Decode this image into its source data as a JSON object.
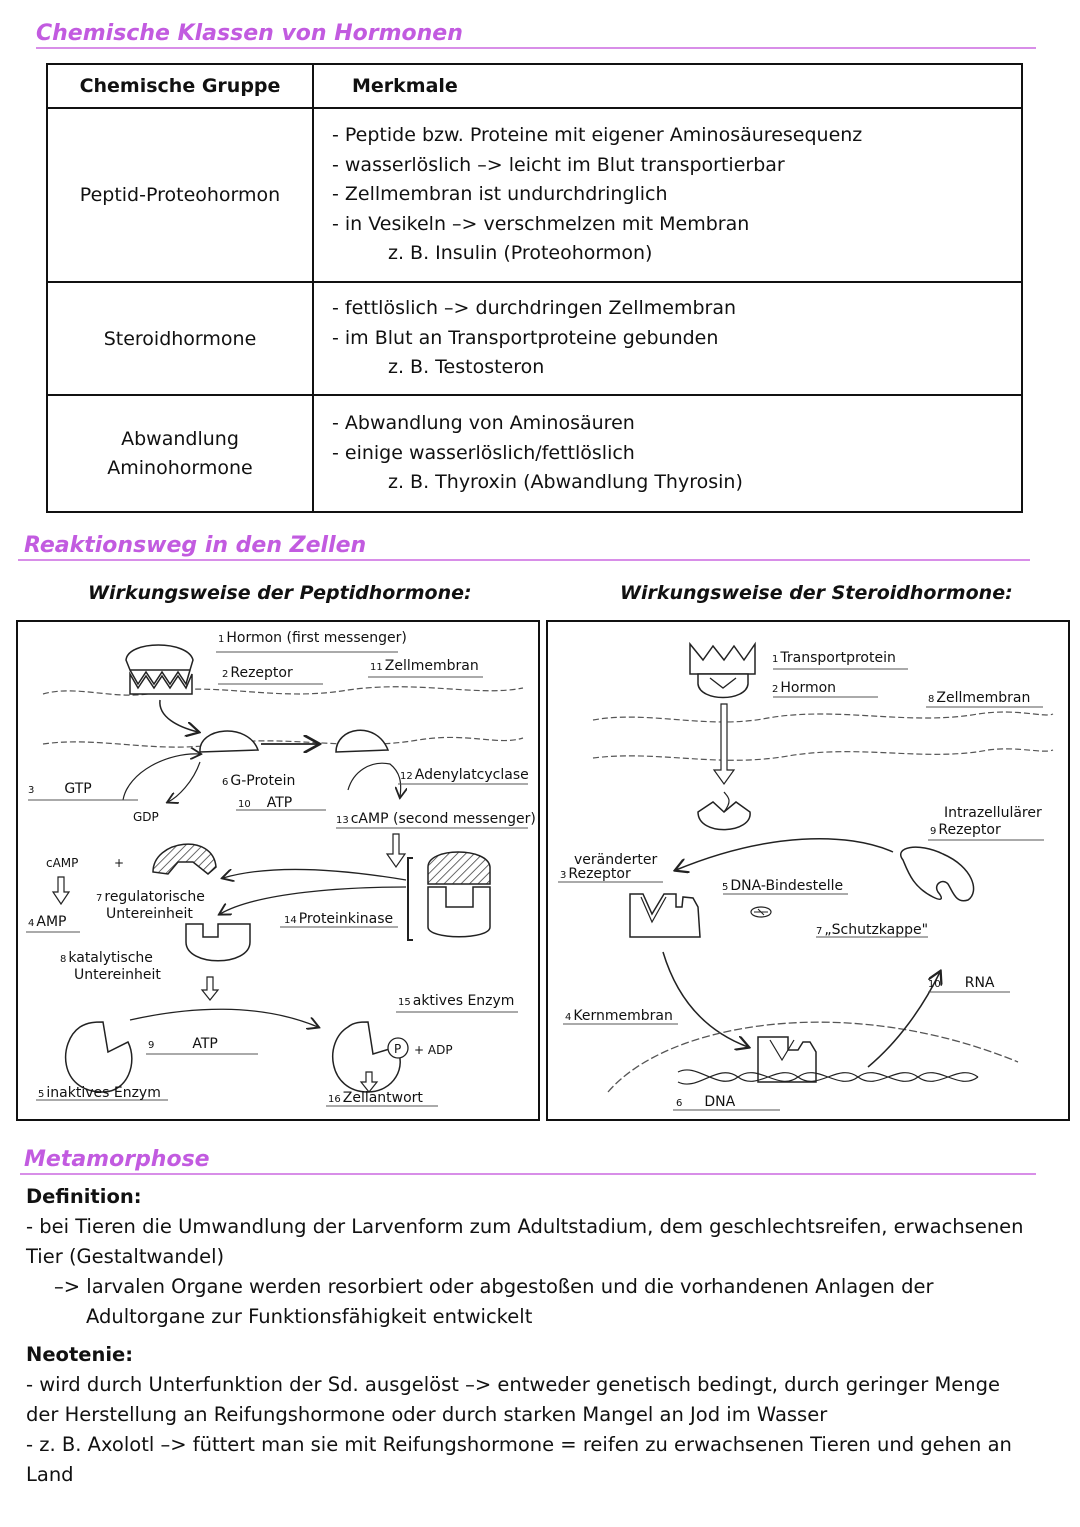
{
  "section1": {
    "title": "Chemische Klassen von Hormonen",
    "table": {
      "headers": [
        "Chemische Gruppe",
        "Merkmale"
      ],
      "rows": [
        {
          "group": "Peptid-Proteohormon",
          "lines": [
            "- Peptide bzw. Proteine mit eigener Aminosäuresequenz",
            "- wasserlöslich –> leicht im Blut transportierbar",
            "- Zellmembran ist undurchdringlich",
            "- in Vesikeln –> verschmelzen mit Membran"
          ],
          "example": "z. B.  Insulin (Proteohormon)"
        },
        {
          "group": "Steroidhormone",
          "lines": [
            "- fettlöslich –> durchdringen Zellmembran",
            "- im Blut an Transportproteine gebunden"
          ],
          "example": "z. B. Testosteron"
        },
        {
          "group_line1": "Abwandlung",
          "group_line2": "Aminohormone",
          "lines": [
            "- Abwandlung von Aminosäuren",
            "- einige wasserlöslich/fettlöslich"
          ],
          "example": "z. B.  Thyroxin (Abwandlung Thyrosin)"
        }
      ]
    }
  },
  "section2": {
    "title": "Reaktionsweg in den Zellen",
    "left": {
      "title": "Wirkungsweise der Peptidhormone:",
      "labels": {
        "l1": {
          "n": "1",
          "t": "Hormon (first messenger)"
        },
        "l2": {
          "n": "2",
          "t": "Rezeptor"
        },
        "l11": {
          "n": "11",
          "t": "Zellmembran"
        },
        "l3": {
          "n": "3",
          "t": "GTP"
        },
        "l6": {
          "n": "6",
          "t": "G-Protein"
        },
        "l12": {
          "n": "12",
          "t": "Adenylatcyclase"
        },
        "l10": {
          "n": "10",
          "t": "ATP"
        },
        "gdp": "GDP",
        "l13": {
          "n": "13",
          "t": "cAMP (second messenger)"
        },
        "camp": "cAMP",
        "plus": "+",
        "l7a": {
          "n": "7",
          "t": "regulatorische"
        },
        "l7b": "Untereinheit",
        "l4": {
          "n": "4",
          "t": "AMP"
        },
        "l14": {
          "n": "14",
          "t": "Proteinkinase"
        },
        "l8a": {
          "n": "8",
          "t": "katalytische"
        },
        "l8b": "Untereinheit",
        "l15": {
          "n": "15",
          "t": "aktives Enzym"
        },
        "l9": {
          "n": "9",
          "t": "ATP"
        },
        "p": "P",
        "adp": "+ ADP",
        "l5": {
          "n": "5",
          "t": "inaktives Enzym"
        },
        "l16": {
          "n": "16",
          "t": "Zellantwort"
        }
      }
    },
    "right": {
      "title": "Wirkungsweise der Steroidhormone:",
      "labels": {
        "r1": {
          "n": "1",
          "t": "Transportprotein"
        },
        "r2": {
          "n": "2",
          "t": "Hormon"
        },
        "r8": {
          "n": "8",
          "t": "Zellmembran"
        },
        "r9a": "Intrazellulärer",
        "r9b": {
          "n": "9",
          "t": "Rezeptor"
        },
        "r3a": "veränderter",
        "r3b": {
          "n": "3",
          "t": "Rezeptor"
        },
        "r5": {
          "n": "5",
          "t": "DNA-Bindestelle"
        },
        "r7": {
          "n": "7",
          "t": "„Schutzkappe\""
        },
        "r10": {
          "n": "10",
          "t": "RNA"
        },
        "r4": {
          "n": "4",
          "t": "Kernmembran"
        },
        "r6": {
          "n": "6",
          "t": "DNA"
        }
      }
    }
  },
  "section3": {
    "title": "Metamorphose",
    "def_label": "Definition:",
    "def_line1": "- bei Tieren die Umwandlung der Larvenform zum Adultstadium, dem geschlechtsreifen, erwachsenen",
    "def_line2": "Tier (Gestaltwandel)",
    "def_line3": "–> larvalen Organe werden resorbiert oder abgestoßen und die vorhandenen Anlagen der",
    "def_line4": "Adultorgane zur Funktionsfähigkeit entwickelt",
    "neo_label": "Neotenie:",
    "neo_line1": "- wird durch Unterfunktion der Sd. ausgelöst –> entweder genetisch bedingt, durch geringer Menge",
    "neo_line2": "der Herstellung an Reifungshormone oder durch starken Mangel an Jod im Wasser",
    "neo_line3": "- z. B. Axolotl –> füttert man sie mit Reifungshormone = reifen zu erwachsenen Tieren und gehen an",
    "neo_line4": "Land"
  },
  "colors": {
    "heading": "#c25be0",
    "underline": "#d88ee8"
  }
}
